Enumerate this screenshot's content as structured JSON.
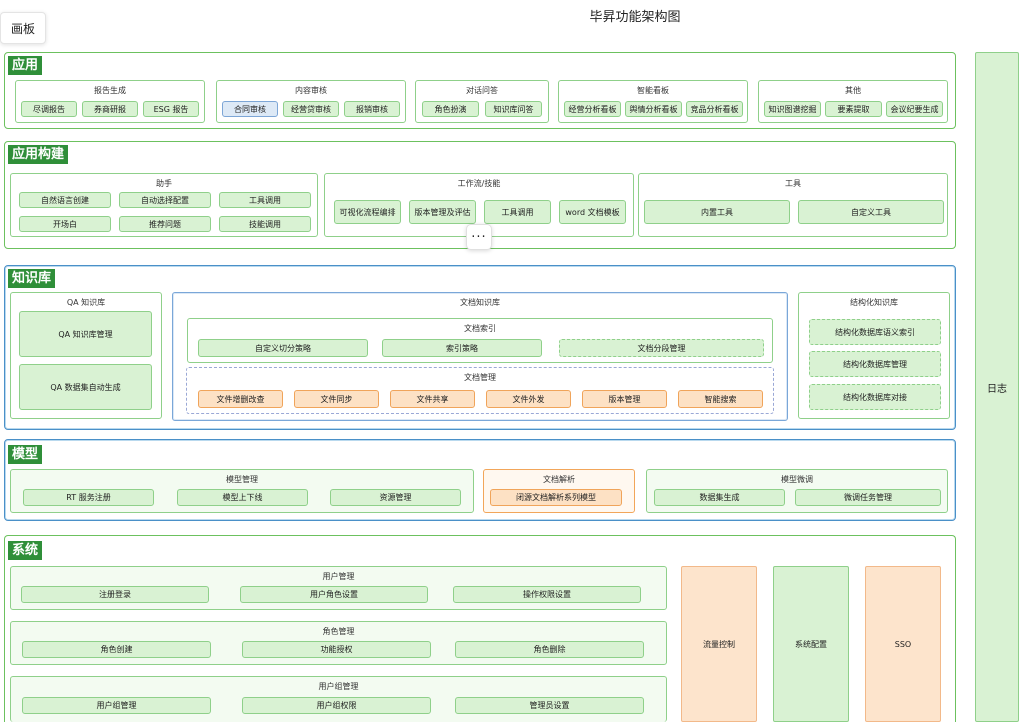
{
  "toolbar": {
    "canvas": "画板"
  },
  "title": "毕昇功能架构图",
  "more": "···",
  "sections": {
    "app": "应用",
    "build": "应用构建",
    "kb": "知识库",
    "model": "模型",
    "system": "系统"
  },
  "log": "日志",
  "app": {
    "report": {
      "title": "报告生成",
      "items": [
        "尽调报告",
        "券商研报",
        "ESG 报告"
      ]
    },
    "review": {
      "title": "内容审核",
      "items": [
        "合同审核",
        "经营贷审核",
        "报销审核"
      ]
    },
    "dialog": {
      "title": "对话问答",
      "items": [
        "角色扮演",
        "知识库问答"
      ]
    },
    "board": {
      "title": "智能看板",
      "items": [
        "经营分析看板",
        "舆情分析看板",
        "竞品分析看板"
      ]
    },
    "other": {
      "title": "其他",
      "items": [
        "知识图谱挖掘",
        "要素提取",
        "会议纪要生成"
      ]
    }
  },
  "build": {
    "assistant": {
      "title": "助手",
      "items": [
        "自然语言创建",
        "自动选择配置",
        "工具调用",
        "开场白",
        "推荐问题",
        "技能调用"
      ]
    },
    "workflow": {
      "title": "工作流/技能",
      "items": [
        "可视化流程编排",
        "版本管理及评估",
        "工具调用",
        "word 文档模板"
      ]
    },
    "tools": {
      "title": "工具",
      "items": [
        "内置工具",
        "自定义工具"
      ]
    }
  },
  "kb": {
    "qa": {
      "title": "QA 知识库",
      "items": [
        "QA 知识库管理",
        "QA 数据集自动生成"
      ]
    },
    "doc": {
      "title": "文档知识库",
      "index": {
        "title": "文档索引",
        "items": [
          "自定义切分策略",
          "索引策略",
          "文档分段管理"
        ]
      },
      "manage": {
        "title": "文档管理",
        "items": [
          "文件增删改查",
          "文件同步",
          "文件共享",
          "文件外发",
          "版本管理",
          "智能搜索"
        ]
      }
    },
    "struct": {
      "title": "结构化知识库",
      "items": [
        "结构化数据库语义索引",
        "结构化数据库管理",
        "结构化数据库对接"
      ]
    }
  },
  "model": {
    "manage": {
      "title": "模型管理",
      "items": [
        "RT 服务注册",
        "模型上下线",
        "资源管理"
      ]
    },
    "parse": {
      "title": "文档解析",
      "items": [
        "闭源文档解析系列模型"
      ]
    },
    "finetune": {
      "title": "模型微调",
      "items": [
        "数据集生成",
        "微调任务管理"
      ]
    }
  },
  "system": {
    "user": {
      "title": "用户管理",
      "items": [
        "注册登录",
        "用户角色设置",
        "操作权限设置"
      ]
    },
    "role": {
      "title": "角色管理",
      "items": [
        "角色创建",
        "功能授权",
        "角色删除"
      ]
    },
    "group": {
      "title": "用户组管理",
      "items": [
        "用户组管理",
        "用户组权限",
        "管理员设置"
      ]
    },
    "side": [
      "流量控制",
      "系统配置",
      "SSO"
    ]
  }
}
